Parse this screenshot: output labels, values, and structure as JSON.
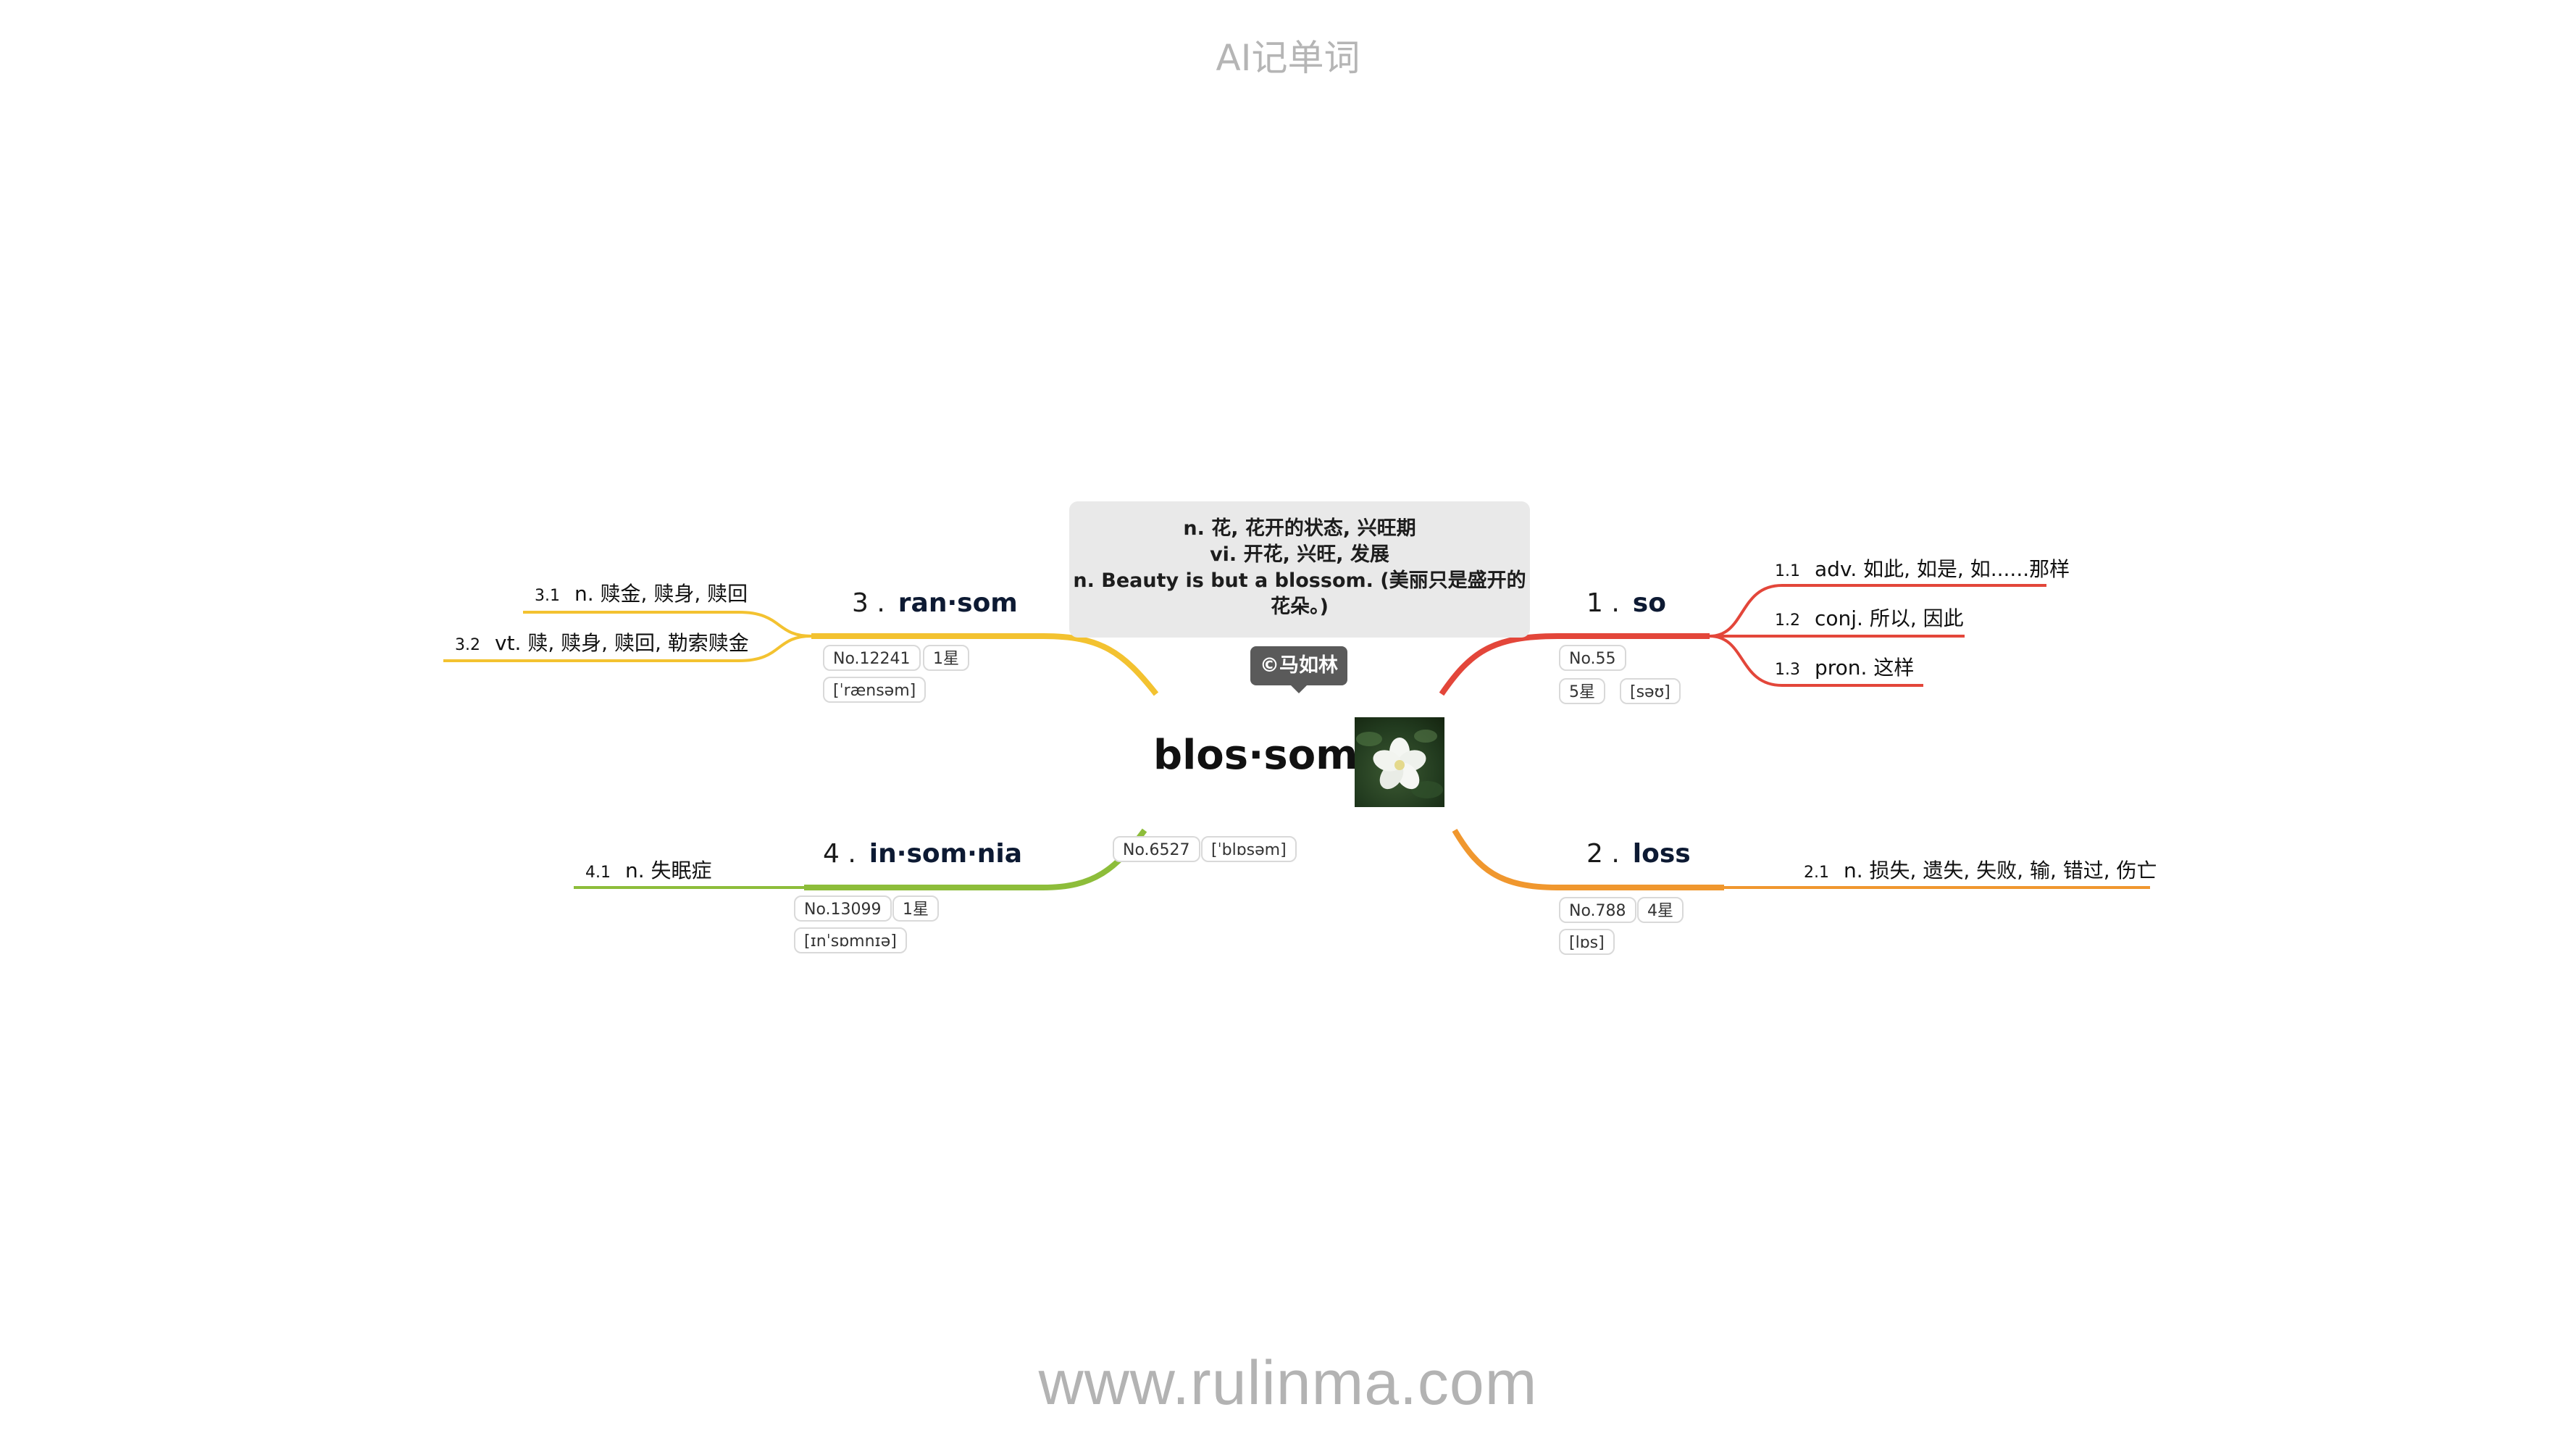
{
  "app_title": "AI记单词",
  "footer_url": "www.rulinma.com",
  "central": {
    "word": "blos·som",
    "rank": "No.6527",
    "phonetic": "[ˈblɒsəm]",
    "image_icon": "white-flower-photo",
    "definitions": [
      "n. 花, 花开的状态, 兴旺期",
      "vi. 开花, 兴旺, 发展",
      "n. Beauty is but a blossom. (美丽只是盛开的",
      "花朵。)"
    ],
    "copyright": "©马如林"
  },
  "branches": [
    {
      "num": "1 .",
      "word": "so",
      "rank": "No.55",
      "stars": "5星",
      "phonetic": "[səʊ]",
      "color": "#e3463a",
      "senses": [
        {
          "num": "1.1",
          "text": "adv. 如此, 如是, 如......那样"
        },
        {
          "num": "1.2",
          "text": "conj. 所以, 因此"
        },
        {
          "num": "1.3",
          "text": "pron. 这样"
        }
      ]
    },
    {
      "num": "2 .",
      "word": "loss",
      "rank": "No.788",
      "stars": "4星",
      "phonetic": "[lɒs]",
      "color": "#f0972e",
      "senses": [
        {
          "num": "2.1",
          "text": "n. 损失, 遗失, 失败, 输, 错过, 伤亡"
        }
      ]
    },
    {
      "num": "3 .",
      "word": "ran·som",
      "rank": "No.12241",
      "stars": "1星",
      "phonetic": "[ˈrænsəm]",
      "color": "#f3c230",
      "senses": [
        {
          "num": "3.1",
          "text": "n. 赎金, 赎身, 赎回"
        },
        {
          "num": "3.2",
          "text": "vt. 赎, 赎身, 赎回, 勒索赎金"
        }
      ]
    },
    {
      "num": "4 .",
      "word": "in·som·nia",
      "rank": "No.13099",
      "stars": "1星",
      "phonetic": "[ɪnˈsɒmnɪə]",
      "color": "#8dbd3a",
      "senses": [
        {
          "num": "4.1",
          "text": "n. 失眠症"
        }
      ]
    }
  ]
}
